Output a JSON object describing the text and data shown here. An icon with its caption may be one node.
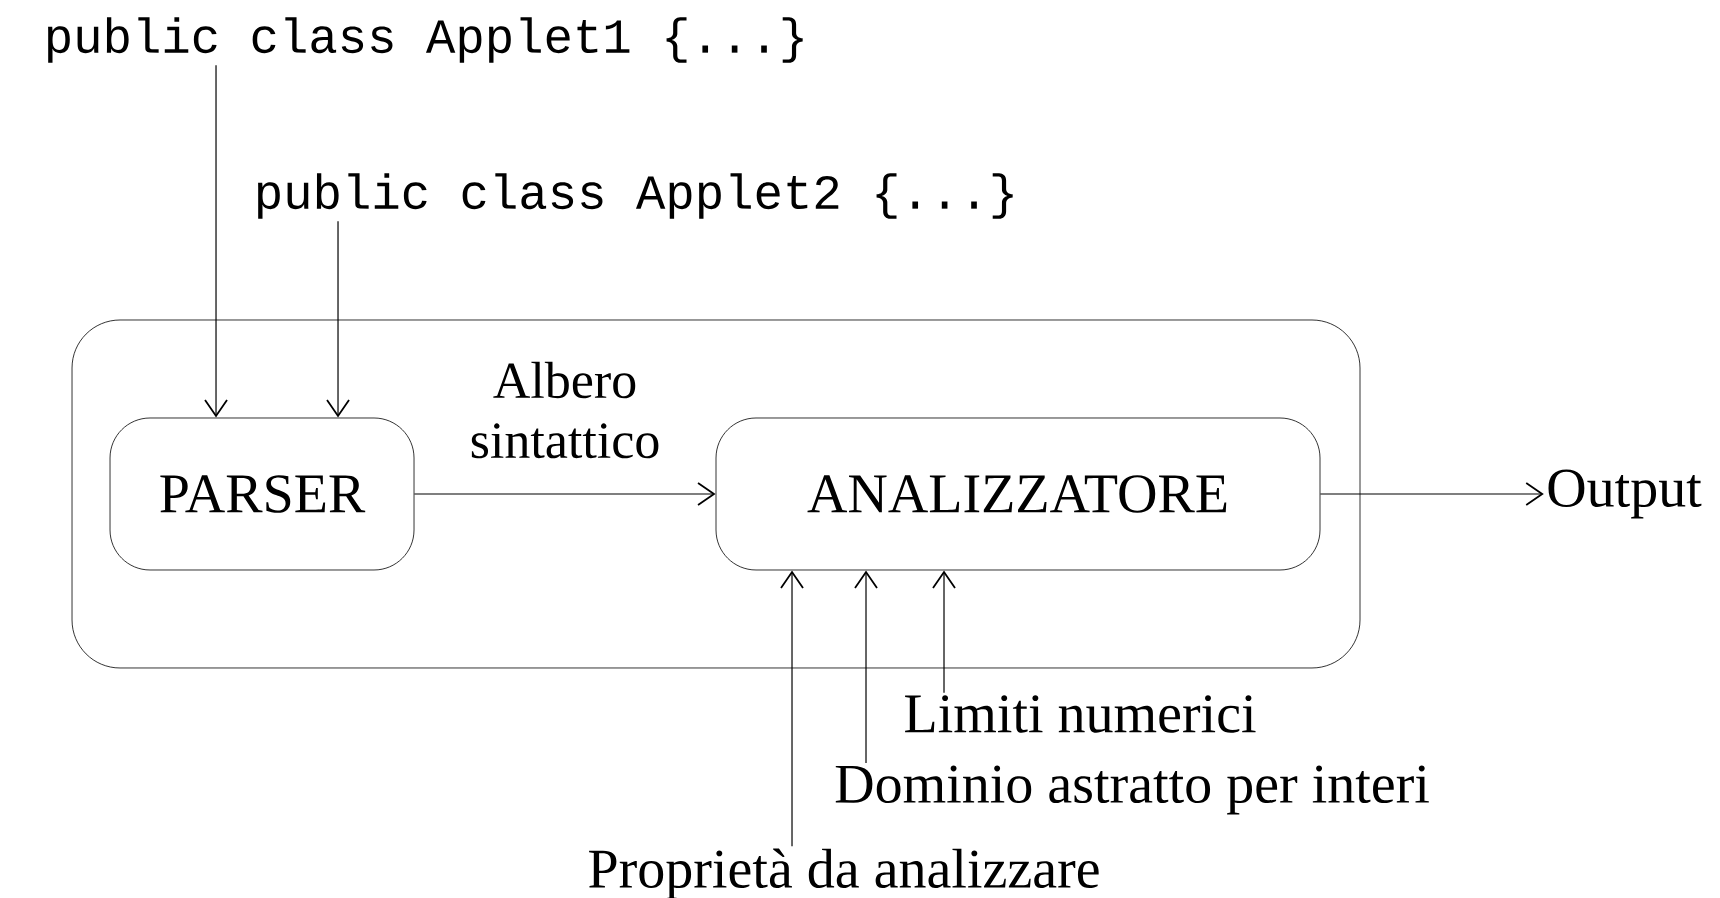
{
  "diagram": {
    "nodes": [
      {
        "text": [
          "public class Applet1 {...}"
        ]
      },
      {
        "text": [
          "public class Applet2 {...}"
        ]
      },
      {
        "text": [],
        "shape": "box"
      },
      {
        "text": [
          "PARSER"
        ],
        "in": 2
      },
      {
        "text": [
          "ANALIZZATORE"
        ],
        "in": 2
      },
      {
        "text": [
          "Output"
        ]
      },
      {
        "text": [
          "Limiti numerici"
        ]
      },
      {
        "text": [
          "Dominio astratto per interi"
        ]
      },
      {
        "text": [
          "Proprietà da analizzare"
        ]
      }
    ],
    "edges": [
      {
        "from": 0,
        "to": 3,
        "arrow": "to"
      },
      {
        "from": 1,
        "to": 3,
        "arrow": "to"
      },
      {
        "from": 3,
        "to": 4,
        "arrow": "to",
        "label": "Albero sintattico"
      },
      {
        "from": 4,
        "to": 5,
        "arrow": "to"
      },
      {
        "from": 6,
        "to": 4,
        "arrow": "to"
      },
      {
        "from": 7,
        "to": 4,
        "arrow": "to"
      },
      {
        "from": 8,
        "to": 4,
        "arrow": "to"
      }
    ]
  }
}
